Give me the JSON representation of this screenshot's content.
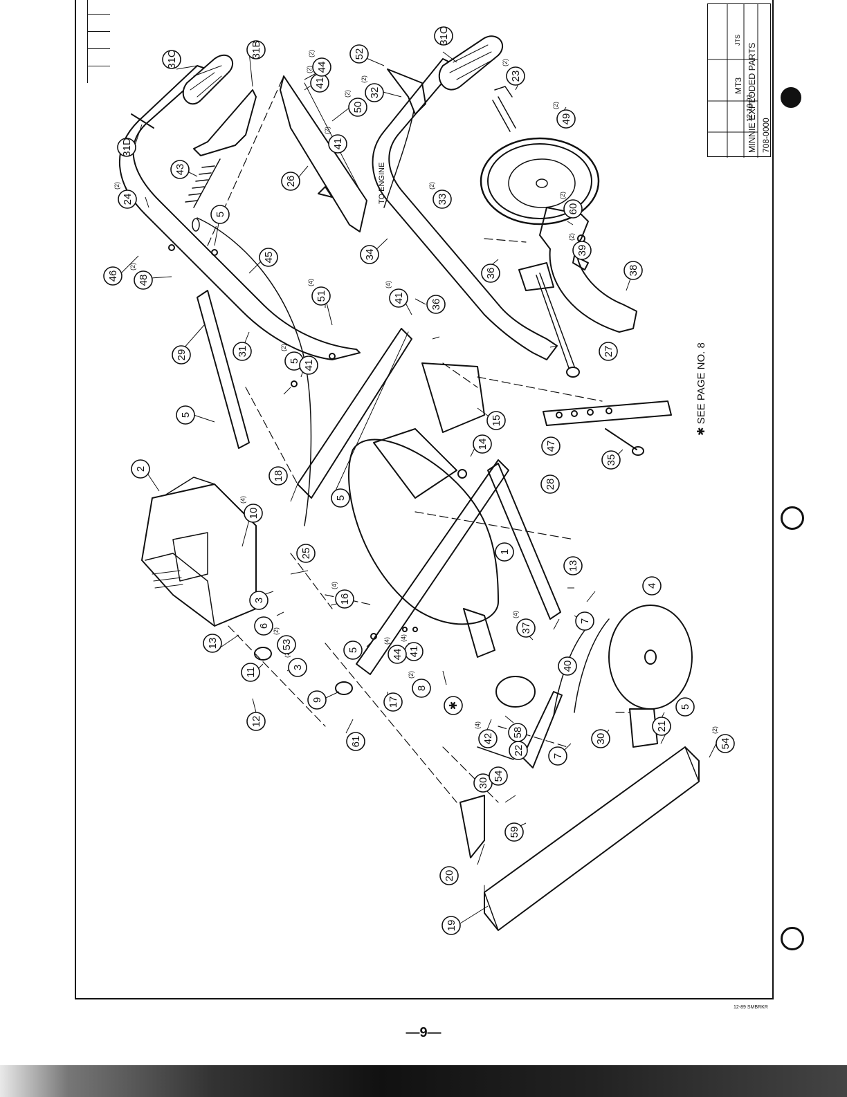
{
  "page": {
    "page_number": "—9—",
    "see_note": "✱ SEE PAGE NO. 8",
    "to_engine": "TO ENGINE",
    "edge_marks": "12-89 SMBRKR"
  },
  "title_block": {
    "model": "MT3",
    "title": "MINNIE EXPLODED PARTS",
    "drawing_number": "708-0000",
    "date": "12-10-91",
    "drawn_by": "JTS"
  },
  "callouts": [
    {
      "id": "c1",
      "label": "1"
    },
    {
      "id": "c2",
      "label": "2"
    },
    {
      "id": "c3a",
      "label": "3"
    },
    {
      "id": "c3b",
      "label": "3",
      "qty": "(2)"
    },
    {
      "id": "c4",
      "label": "4"
    },
    {
      "id": "c5a",
      "label": "5"
    },
    {
      "id": "c5b",
      "label": "5",
      "qty": "(2)"
    },
    {
      "id": "c5c",
      "label": "5"
    },
    {
      "id": "c5d",
      "label": "5"
    },
    {
      "id": "c5e",
      "label": "5"
    },
    {
      "id": "c5f",
      "label": "5"
    },
    {
      "id": "c6",
      "label": "6"
    },
    {
      "id": "c7a",
      "label": "7"
    },
    {
      "id": "c7b",
      "label": "7"
    },
    {
      "id": "c8",
      "label": "8",
      "qty": "(2)"
    },
    {
      "id": "c9",
      "label": "9"
    },
    {
      "id": "c10",
      "label": "10",
      "qty": "(4)"
    },
    {
      "id": "c11",
      "label": "11"
    },
    {
      "id": "c12",
      "label": "12"
    },
    {
      "id": "c13a",
      "label": "13"
    },
    {
      "id": "c13b",
      "label": "13"
    },
    {
      "id": "c14",
      "label": "14"
    },
    {
      "id": "c15",
      "label": "15"
    },
    {
      "id": "c16",
      "label": "16",
      "qty": "(4)"
    },
    {
      "id": "c17",
      "label": "17"
    },
    {
      "id": "c18",
      "label": "18"
    },
    {
      "id": "c19",
      "label": "19"
    },
    {
      "id": "c20",
      "label": "20"
    },
    {
      "id": "c21",
      "label": "21"
    },
    {
      "id": "c22",
      "label": "22"
    },
    {
      "id": "c23",
      "label": "23",
      "qty": "(2)"
    },
    {
      "id": "c24",
      "label": "24",
      "qty": "(2)"
    },
    {
      "id": "c25",
      "label": "25"
    },
    {
      "id": "c26",
      "label": "26"
    },
    {
      "id": "c27",
      "label": "27"
    },
    {
      "id": "c28",
      "label": "28"
    },
    {
      "id": "c29",
      "label": "29"
    },
    {
      "id": "c30a",
      "label": "30"
    },
    {
      "id": "c30b",
      "label": "30"
    },
    {
      "id": "c31",
      "label": "31"
    },
    {
      "id": "c31b",
      "label": "31B"
    },
    {
      "id": "c31c_left",
      "label": "31C"
    },
    {
      "id": "c31c_right",
      "label": "31C"
    },
    {
      "id": "c31d",
      "label": "31D"
    },
    {
      "id": "c32",
      "label": "32",
      "qty": "(2)"
    },
    {
      "id": "c33",
      "label": "33",
      "qty": "(2)"
    },
    {
      "id": "c34",
      "label": "34"
    },
    {
      "id": "c35",
      "label": "35"
    },
    {
      "id": "c36a",
      "label": "36"
    },
    {
      "id": "c36b",
      "label": "36"
    },
    {
      "id": "c37",
      "label": "37",
      "qty": "(4)"
    },
    {
      "id": "c38",
      "label": "38"
    },
    {
      "id": "c39",
      "label": "39",
      "qty": "(2)"
    },
    {
      "id": "c40",
      "label": "40"
    },
    {
      "id": "c41a",
      "label": "41",
      "qty": "(2)"
    },
    {
      "id": "c41b",
      "label": "41",
      "qty": "(2)"
    },
    {
      "id": "c41c",
      "label": "41",
      "qty": "(4)"
    },
    {
      "id": "c41d",
      "label": "41"
    },
    {
      "id": "c41e",
      "label": "41",
      "qty": "(4)"
    },
    {
      "id": "c42",
      "label": "42",
      "qty": "(4)"
    },
    {
      "id": "c43",
      "label": "43"
    },
    {
      "id": "c44a",
      "label": "44",
      "qty": "(2)"
    },
    {
      "id": "c44b",
      "label": "44",
      "qty": "(4)"
    },
    {
      "id": "c45",
      "label": "45"
    },
    {
      "id": "c46",
      "label": "46"
    },
    {
      "id": "c47",
      "label": "47"
    },
    {
      "id": "c48",
      "label": "48",
      "qty": "(2)"
    },
    {
      "id": "c49",
      "label": "49",
      "qty": "(2)"
    },
    {
      "id": "c50",
      "label": "50",
      "qty": "(2)"
    },
    {
      "id": "c51",
      "label": "51",
      "qty": "(4)"
    },
    {
      "id": "c52",
      "label": "52"
    },
    {
      "id": "c53",
      "label": "53",
      "qty": "(2)"
    },
    {
      "id": "c54a",
      "label": "54"
    },
    {
      "id": "c54b",
      "label": "54",
      "qty": "(2)"
    },
    {
      "id": "c58",
      "label": "58"
    },
    {
      "id": "c59",
      "label": "59"
    },
    {
      "id": "c60",
      "label": "60",
      "qty": "(2)"
    },
    {
      "id": "c61",
      "label": "61"
    },
    {
      "id": "cstar",
      "label": "✱"
    }
  ]
}
